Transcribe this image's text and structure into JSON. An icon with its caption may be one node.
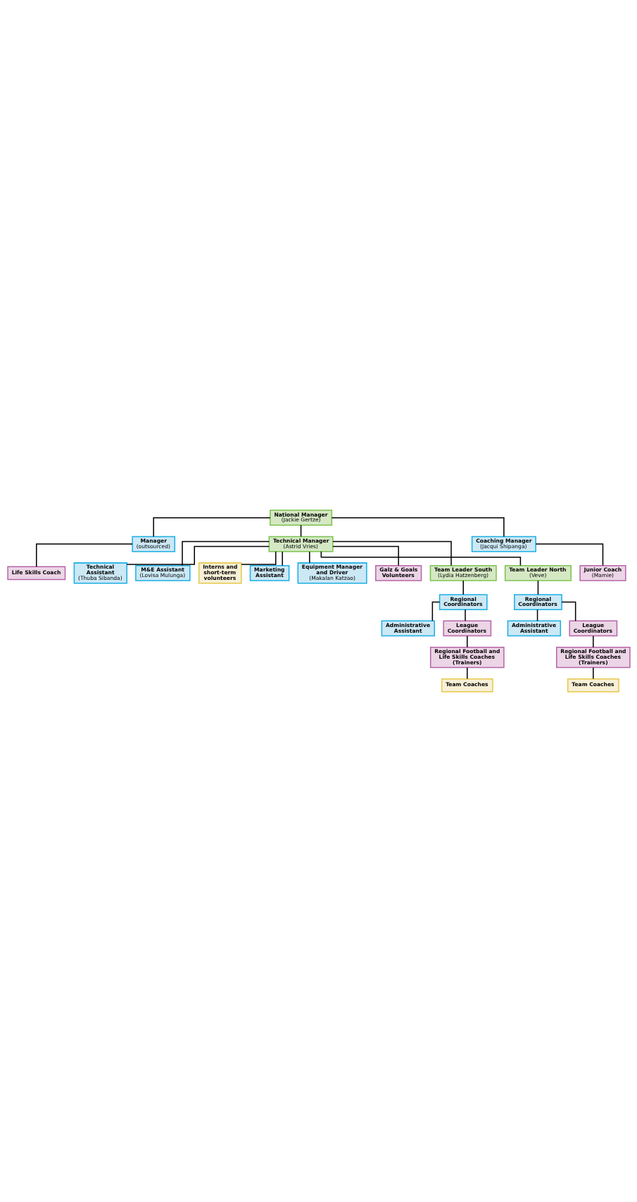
{
  "diagram": {
    "nodes": [
      {
        "text": [
          "National Manager",
          "(Jackie Gertze)"
        ]
      },
      {
        "text": [
          "Manager",
          "(outsourced)"
        ]
      },
      {
        "text": [
          "Technical Manager",
          "(Astrid Vries)"
        ]
      },
      {
        "text": [
          "Coaching Manager",
          "(Jacqui Shipanga)"
        ]
      },
      {
        "text": [
          "Life Skills Coach"
        ]
      },
      {
        "text": [
          "Technical Assistant",
          "(Thuba Sibanda)"
        ]
      },
      {
        "text": [
          "Junior Coach",
          "(Mamie)"
        ]
      },
      {
        "text": [
          "M&E Assistant",
          "(Lovisa Mulunga)"
        ]
      },
      {
        "text": [
          "Interns and short-term volunteers"
        ]
      },
      {
        "text": [
          "Marketing Assistant"
        ]
      },
      {
        "text": [
          "Equipment Manager and Driver",
          "(Makalan Katzao)"
        ]
      },
      {
        "text": [
          "Galz & Goals Volunteers"
        ]
      },
      {
        "text": [
          "Team Leader South",
          "(Lydia Hatzenberg)"
        ]
      },
      {
        "text": [
          "Team Leader North",
          "(Veve)"
        ]
      },
      {
        "text": [
          "Regional Coordinators"
        ]
      },
      {
        "text": [
          "Regional Coordinators"
        ]
      },
      {
        "text": [
          "Administrative Assistant"
        ]
      },
      {
        "text": [
          "Administrative Assistant"
        ]
      },
      {
        "text": [
          "League Coordinators"
        ]
      },
      {
        "text": [
          "League Coordinators"
        ]
      },
      {
        "text": [
          "Regional Football and Life Skills Coaches (Trainers)"
        ]
      },
      {
        "text": [
          "Regional Football and Life Skills Coaches (Trainers)"
        ]
      },
      {
        "text": [
          "Team Coaches"
        ]
      },
      {
        "text": [
          "Team Coaches"
        ]
      }
    ],
    "edges": [
      {
        "from": 0,
        "to": 1,
        "arrow": "none"
      },
      {
        "from": 0,
        "to": 2,
        "arrow": "none"
      },
      {
        "from": 0,
        "to": 3,
        "arrow": "none"
      },
      {
        "from": 1,
        "to": 4,
        "arrow": "none"
      },
      {
        "from": 3,
        "to": 6,
        "arrow": "none"
      },
      {
        "from": 2,
        "to": 5,
        "arrow": "none"
      },
      {
        "from": 2,
        "to": 7,
        "arrow": "none"
      },
      {
        "from": 2,
        "to": 8,
        "arrow": "none"
      },
      {
        "from": 2,
        "to": 9,
        "arrow": "none"
      },
      {
        "from": 2,
        "to": 10,
        "arrow": "none"
      },
      {
        "from": 2,
        "to": 11,
        "arrow": "none"
      },
      {
        "from": 2,
        "to": 12,
        "arrow": "none"
      },
      {
        "from": 2,
        "to": 13,
        "arrow": "none"
      },
      {
        "from": 12,
        "to": 14,
        "arrow": "none"
      },
      {
        "from": 13,
        "to": 15,
        "arrow": "none"
      },
      {
        "from": 14,
        "to": 16,
        "arrow": "none"
      },
      {
        "from": 14,
        "to": 18,
        "arrow": "none"
      },
      {
        "from": 15,
        "to": 17,
        "arrow": "none"
      },
      {
        "from": 15,
        "to": 19,
        "arrow": "none"
      },
      {
        "from": 18,
        "to": 20,
        "arrow": "none"
      },
      {
        "from": 19,
        "to": 21,
        "arrow": "none"
      },
      {
        "from": 20,
        "to": 22,
        "arrow": "none"
      },
      {
        "from": 21,
        "to": 23,
        "arrow": "none"
      }
    ]
  }
}
